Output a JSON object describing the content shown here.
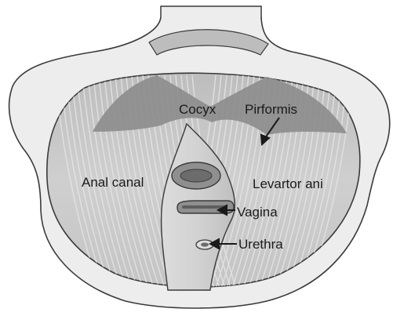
{
  "labels": {
    "cocyx": "Cocyx",
    "piriformis": "Pirformis",
    "anal_canal": "Anal canal",
    "levator_ani": "Levartor ani",
    "vagina": "Vagina",
    "urethra": "Urethra"
  },
  "colors": {
    "background": "#ffffff",
    "pelvis_bone": "#ededed",
    "muscle_floor": "#c9c9c9",
    "piriformis_band": "#8c8c8c",
    "outline": "#3a3a3a",
    "text": "#1a1a1a"
  }
}
